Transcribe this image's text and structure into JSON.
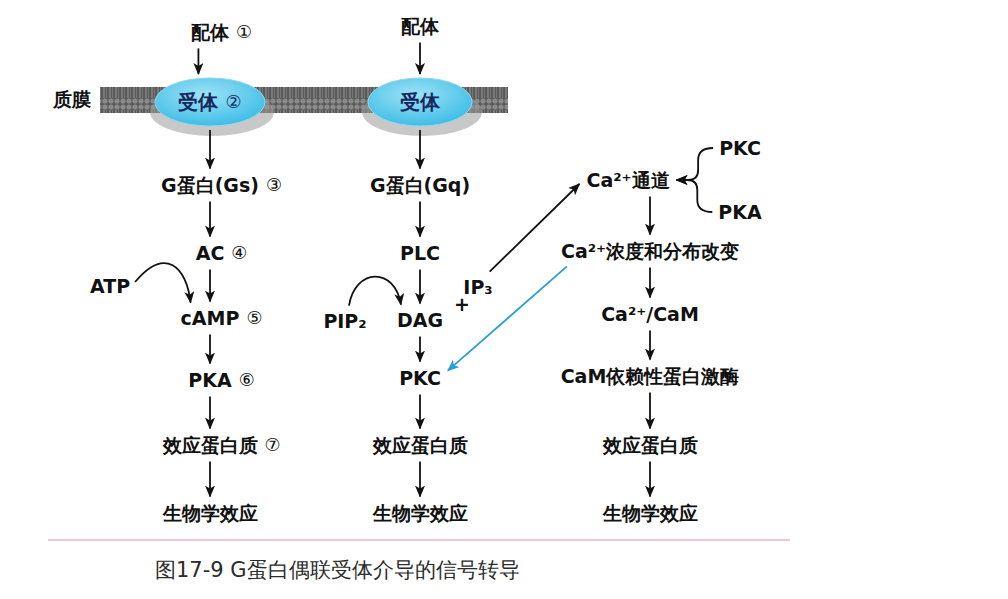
{
  "diagram": {
    "caption": "图17-9 G蛋白偶联受体介导的信号转导",
    "nodes": [
      {
        "text": [
          "配体",
          "①"
        ]
      },
      {
        "text": [
          "配体"
        ]
      },
      {
        "text": [
          "受体",
          "②"
        ]
      },
      {
        "text": [
          "受体"
        ]
      },
      {
        "text": [
          "PKC"
        ]
      },
      {
        "text": [
          "G蛋白(Gs)",
          "③"
        ]
      },
      {
        "text": [
          "G蛋白(Gq)"
        ]
      },
      {
        "text": [
          "Ca²⁺通道"
        ]
      },
      {
        "text": [
          "PKA"
        ]
      },
      {
        "text": [
          "AC",
          "④"
        ]
      },
      {
        "text": [
          "PLC"
        ]
      },
      {
        "text": [
          "Ca²⁺浓度和分布改变"
        ]
      },
      {
        "text": [
          "ATP"
        ]
      },
      {
        "text": [
          "IP₃"
        ]
      },
      {
        "text": [
          "cAMP",
          "⑤"
        ]
      },
      {
        "text": [
          "PIP₂"
        ]
      },
      {
        "text": [
          "DAG"
        ]
      },
      {
        "text": [
          "Ca²⁺/CaM"
        ]
      },
      {
        "text": [
          "PKA",
          "⑥"
        ]
      },
      {
        "text": [
          "PKC"
        ]
      },
      {
        "text": [
          "CaM依赖性蛋白激酶"
        ]
      },
      {
        "text": [
          "效应蛋白质",
          "⑦"
        ]
      },
      {
        "text": [
          "效应蛋白质"
        ]
      },
      {
        "text": [
          "效应蛋白质"
        ]
      },
      {
        "text": [
          "生物学效应"
        ]
      },
      {
        "text": [
          "生物学效应"
        ]
      },
      {
        "text": [
          "生物学效应"
        ]
      }
    ],
    "edges": [
      {
        "from": 0,
        "to": 2,
        "arrow": "to"
      },
      {
        "from": 1,
        "to": 3,
        "arrow": "to"
      },
      {
        "from": 2,
        "to": 5,
        "arrow": "to"
      },
      {
        "from": 3,
        "to": 6,
        "arrow": "to"
      },
      {
        "from": 5,
        "to": 9,
        "arrow": "to"
      },
      {
        "from": 6,
        "to": 10,
        "arrow": "to"
      },
      {
        "from": 9,
        "to": 14,
        "arrow": "to"
      },
      {
        "from": 12,
        "to": 14,
        "arrow": "to"
      },
      {
        "from": 10,
        "to": 16,
        "arrow": "to"
      },
      {
        "from": 15,
        "to": 16,
        "arrow": "to"
      },
      {
        "from": 13,
        "to": 7,
        "arrow": "to"
      },
      {
        "from": 4,
        "to": 7,
        "arrow": "to"
      },
      {
        "from": 8,
        "to": 7,
        "arrow": "to"
      },
      {
        "from": 7,
        "to": 11,
        "arrow": "to"
      },
      {
        "from": 11,
        "to": 17,
        "arrow": "to"
      },
      {
        "from": 11,
        "to": 19,
        "arrow": "to"
      },
      {
        "from": 14,
        "to": 18,
        "arrow": "to"
      },
      {
        "from": 16,
        "to": 19,
        "arrow": "to"
      },
      {
        "from": 17,
        "to": 20,
        "arrow": "to"
      },
      {
        "from": 18,
        "to": 21,
        "arrow": "to"
      },
      {
        "from": 19,
        "to": 22,
        "arrow": "to"
      },
      {
        "from": 20,
        "to": 23,
        "arrow": "to"
      },
      {
        "from": 21,
        "to": 24,
        "arrow": "to"
      },
      {
        "from": 22,
        "to": 25,
        "arrow": "to"
      },
      {
        "from": 23,
        "to": 26,
        "arrow": "to"
      }
    ],
    "labels": [
      "质膜",
      "+"
    ]
  }
}
